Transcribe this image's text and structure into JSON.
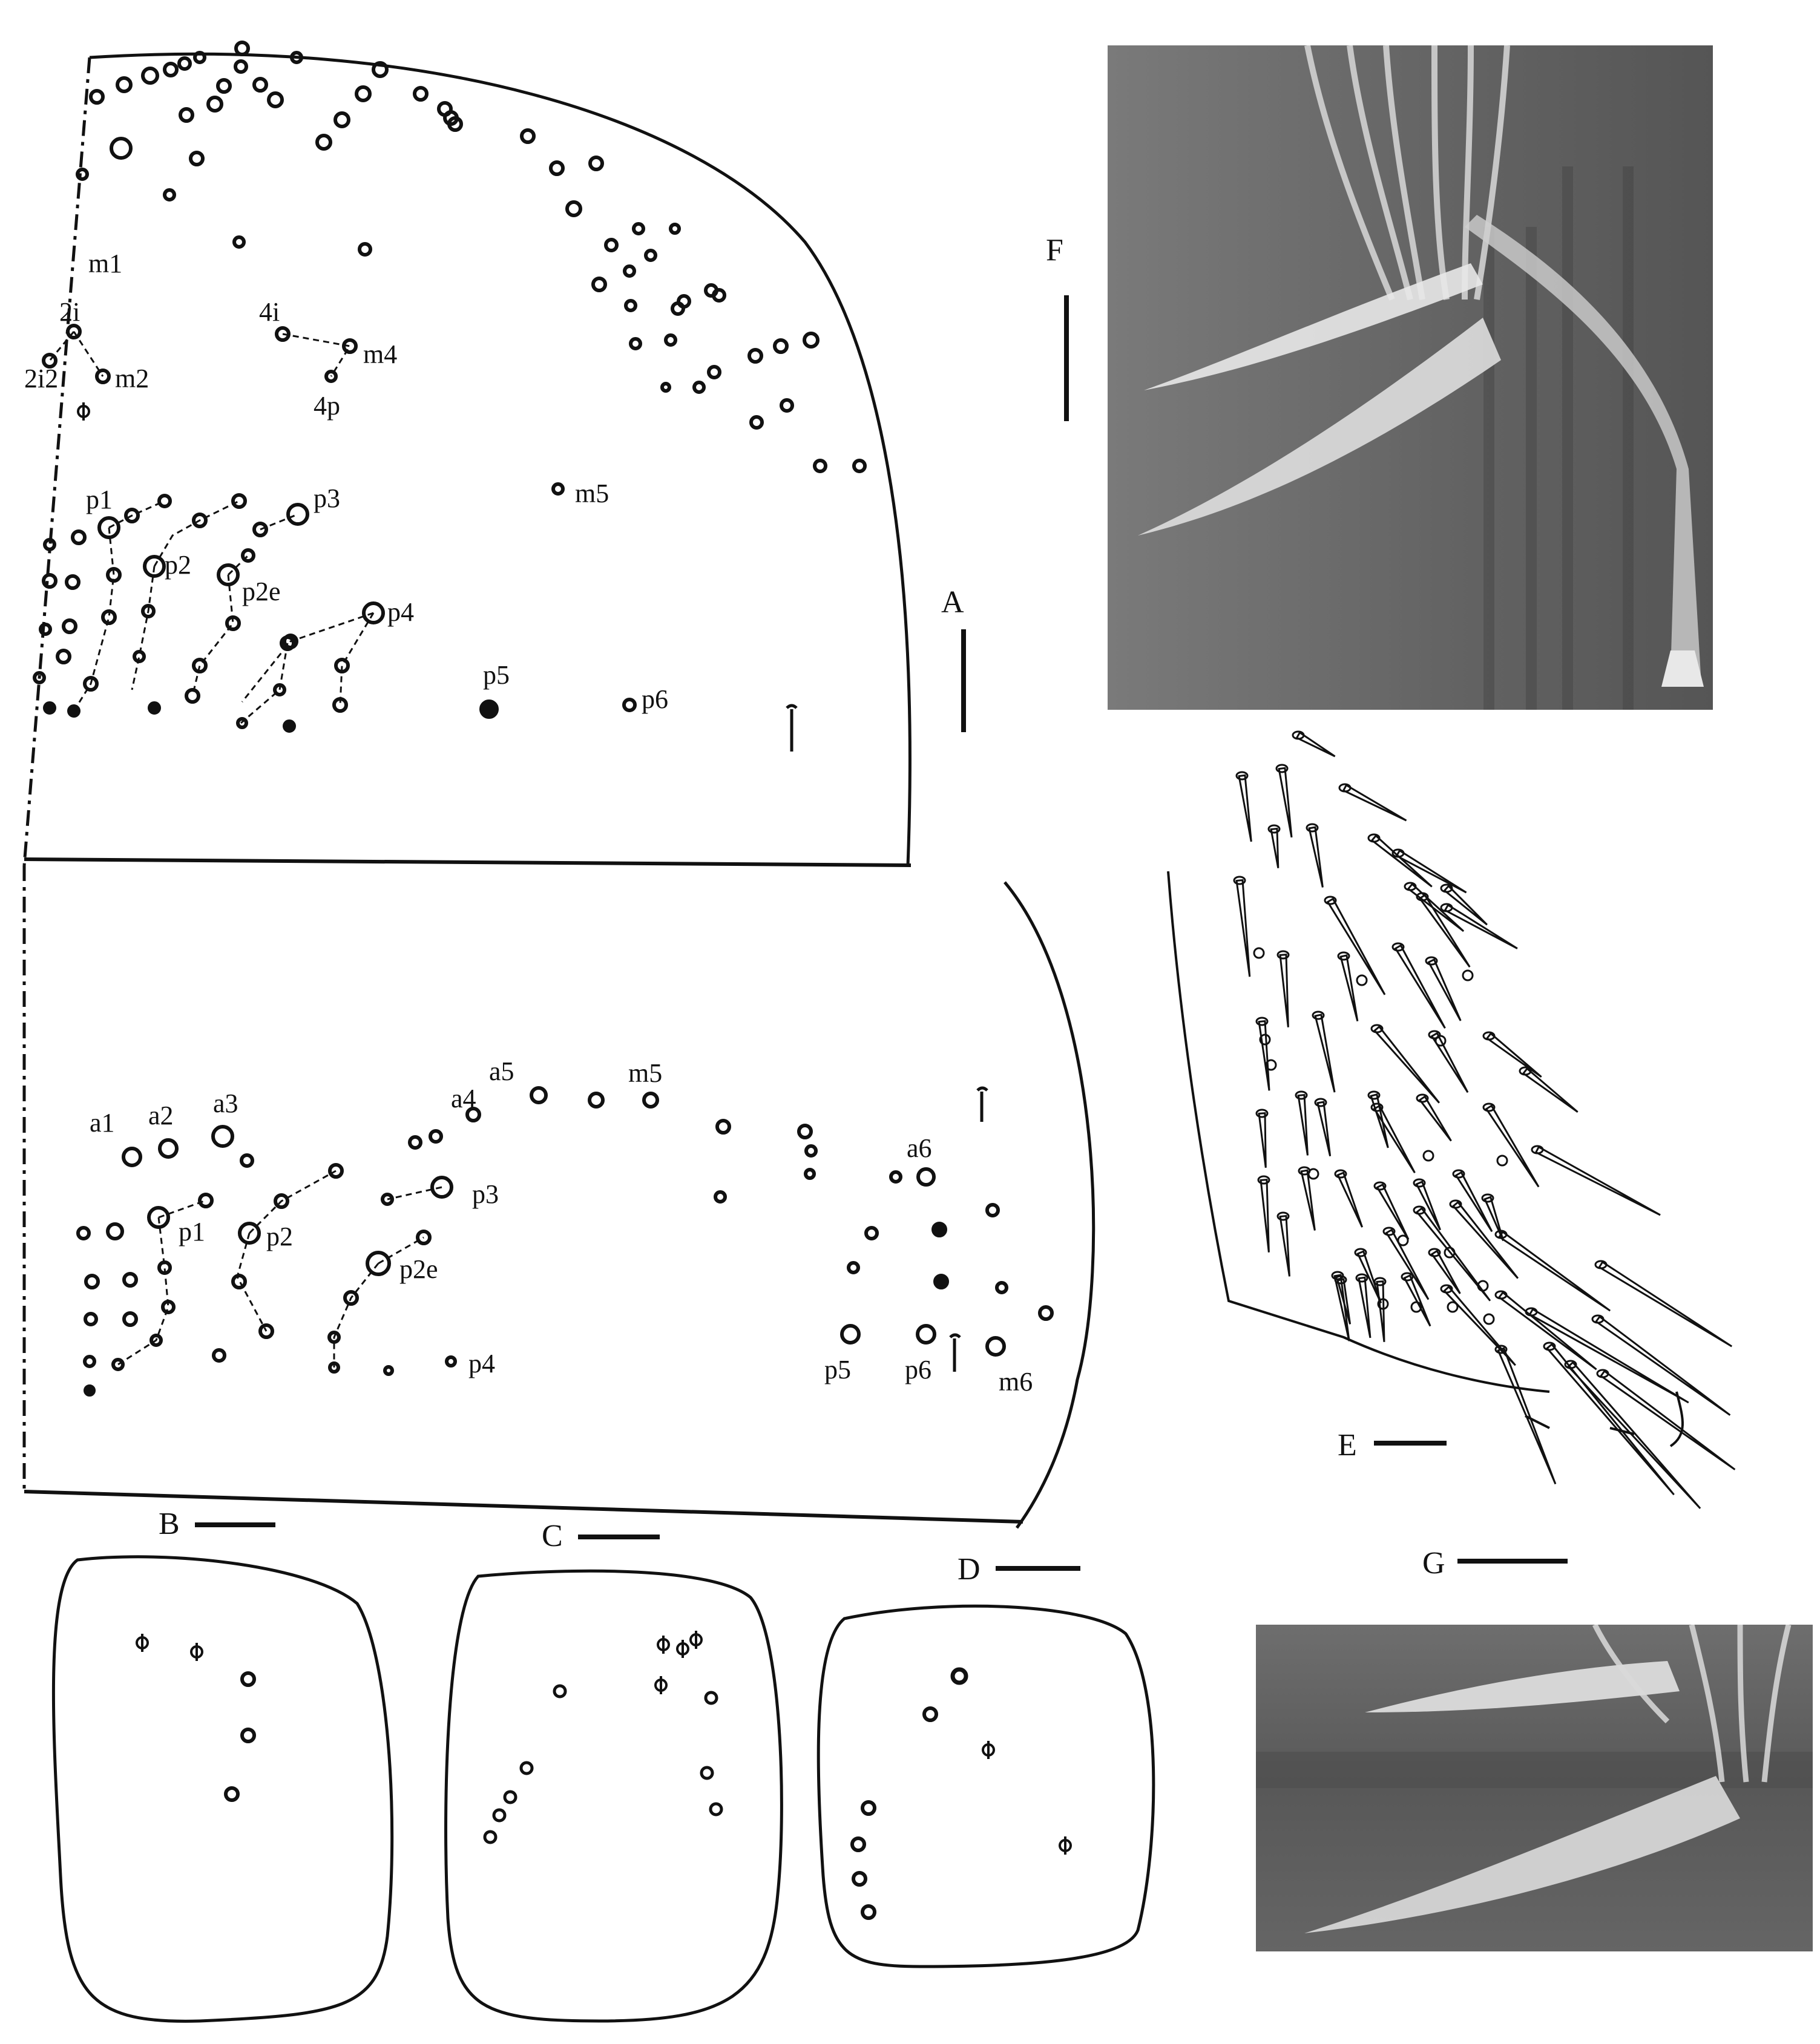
{
  "panels": {
    "A": "A",
    "B": "B",
    "C": "C",
    "D": "D",
    "E": "E",
    "F": "F",
    "G": "G"
  },
  "panel_A_labels": [
    "m1",
    "2i",
    "2i2",
    "m2",
    "4i",
    "m4",
    "4p",
    "m5",
    "p1",
    "p3",
    "p2",
    "p2e",
    "p4",
    "p5",
    "p6"
  ],
  "panel_A2_labels": [
    "a1",
    "a2",
    "a3",
    "a4",
    "a5",
    "m5",
    "a6",
    "p1",
    "p2",
    "p3",
    "p2e",
    "p4",
    "p5",
    "p6",
    "m6"
  ],
  "colors": {
    "ink": "#111111",
    "sem_background": "#6c6c6c",
    "sem_highlight": "#e8e8e8"
  },
  "icons": {
    "chaeta": "ring",
    "sensillum": "phi-mark",
    "microchaeta": "filled-dot"
  }
}
